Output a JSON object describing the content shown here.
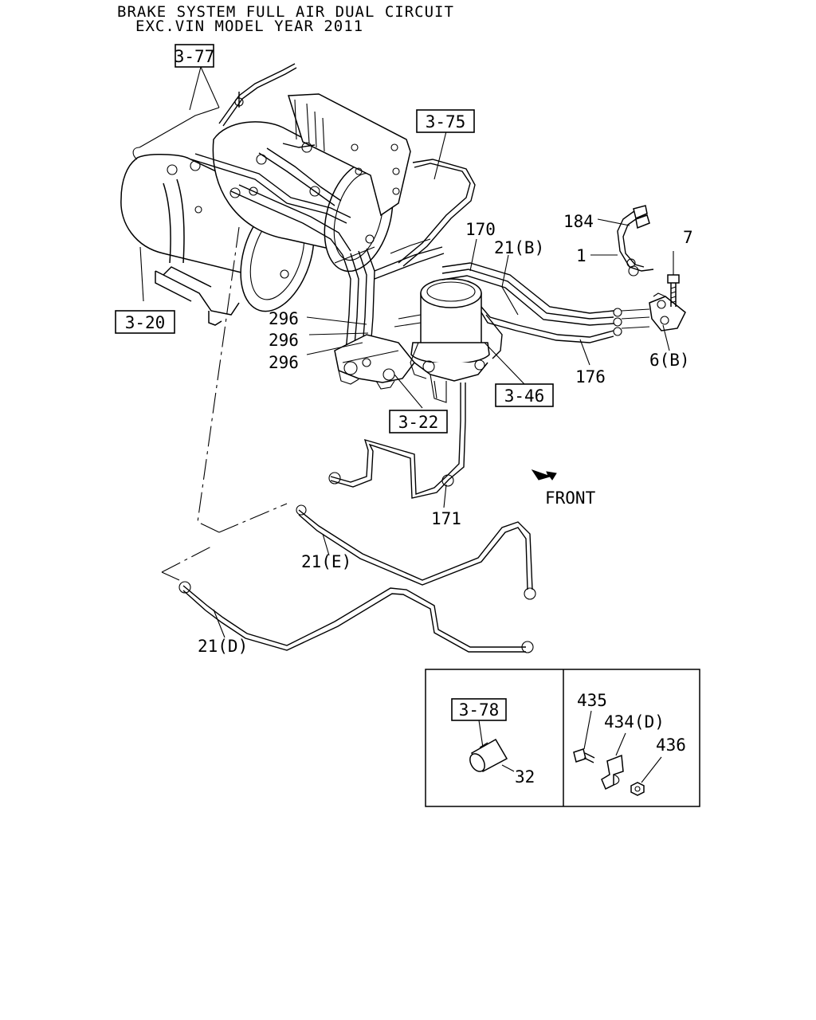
{
  "title": {
    "line1": "BRAKE SYSTEM FULL AIR DUAL CIRCUIT",
    "line2": "EXC.VIN MODEL YEAR 2011"
  },
  "refs": {
    "r377": "3-77",
    "r375": "3-75",
    "r320": "3-20",
    "r346": "3-46",
    "r322": "3-22",
    "r378": "3-78"
  },
  "callouts": {
    "c184": "184",
    "c1": "1",
    "c7": "7",
    "c170": "170",
    "c21b": "21(B)",
    "c296a": "296",
    "c296b": "296",
    "c296c": "296",
    "c6b": "6(B)",
    "c176": "176",
    "c171": "171",
    "c21e": "21(E)",
    "c21d": "21(D)",
    "c32": "32",
    "c435": "435",
    "c434d": "434(D)",
    "c436": "436"
  },
  "front_label": "FRONT"
}
